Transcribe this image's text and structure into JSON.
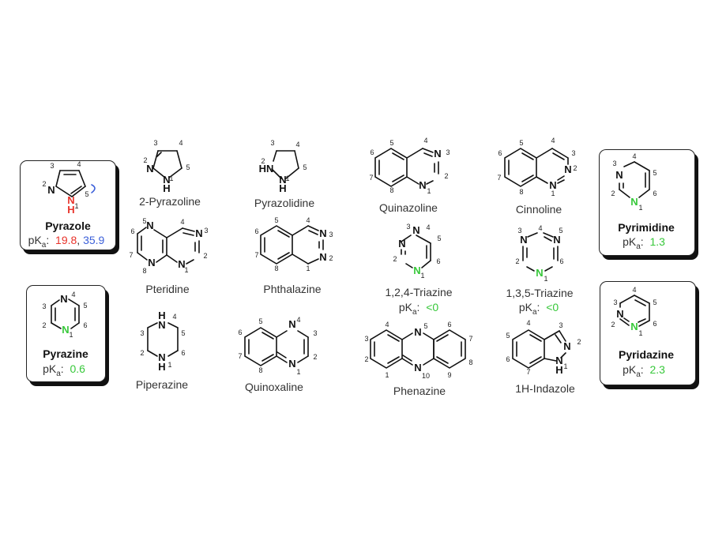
{
  "colors": {
    "acidic": "#e8332b",
    "second": "#3b5fd9",
    "basic": "#37c83a",
    "ink": "#111111"
  },
  "pka_prefix": "pK",
  "pka_sub": "a",
  "pka_colon": ":",
  "atoms": {
    "N": "N",
    "H": "H",
    "HN": "HN"
  },
  "compounds": {
    "pyrazole": {
      "name": "Pyrazole",
      "pka1": "19.8",
      "sep": ",",
      "pka2": "35.9"
    },
    "pyrazoline": {
      "name": "2-Pyrazoline"
    },
    "pyrazolidine": {
      "name": "Pyrazolidine"
    },
    "quinazoline": {
      "name": "Quinazoline"
    },
    "cinnoline": {
      "name": "Cinnoline"
    },
    "pyrimidine": {
      "name": "Pyrimidine",
      "pka": "1.3"
    },
    "pteridine": {
      "name": "Pteridine"
    },
    "phthalazine": {
      "name": "Phthalazine"
    },
    "triazine124": {
      "name": "1,2,4-Triazine",
      "pka": "<0"
    },
    "triazine135": {
      "name": "1,3,5-Triazine",
      "pka": "<0"
    },
    "pyrazine": {
      "name": "Pyrazine",
      "pka": "0.6"
    },
    "piperazine": {
      "name": "Piperazine"
    },
    "quinoxaline": {
      "name": "Quinoxaline"
    },
    "phenazine": {
      "name": "Phenazine"
    },
    "indazole": {
      "name": "1H-Indazole"
    },
    "pyridazine": {
      "name": "Pyridazine",
      "pka": "2.3"
    }
  }
}
